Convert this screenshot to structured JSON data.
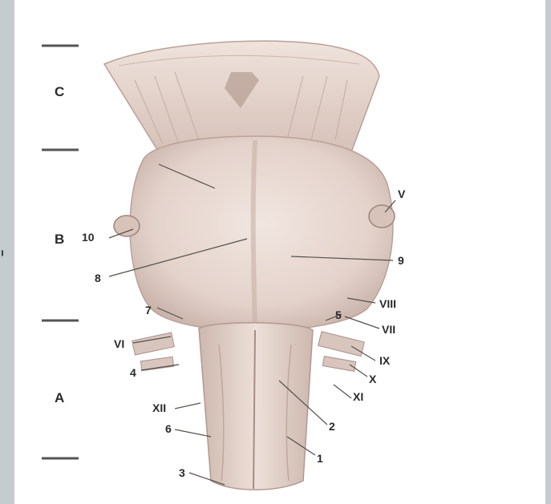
{
  "section_labels": {
    "c": "C",
    "b": "B",
    "a": "A"
  },
  "left_labels": {
    "n10": "10",
    "n8": "8",
    "n7": "7",
    "vi": "VI",
    "n4": "4",
    "xii": "XII",
    "n6": "6",
    "n3": "3"
  },
  "right_labels": {
    "v": "V",
    "n9": "9",
    "viii": "VIII",
    "n5": "5",
    "vii": "VII",
    "ix": "IX",
    "x": "X",
    "xi": "XI",
    "n2": "2",
    "n1": "1"
  },
  "colors": {
    "tissue": "#e8d9d2",
    "tissue_shadow": "#c9b3aa",
    "nerve": "#d8c6be",
    "background": "#ffffff",
    "border": "#c5cbd1",
    "ink": "#2a2a2a"
  }
}
